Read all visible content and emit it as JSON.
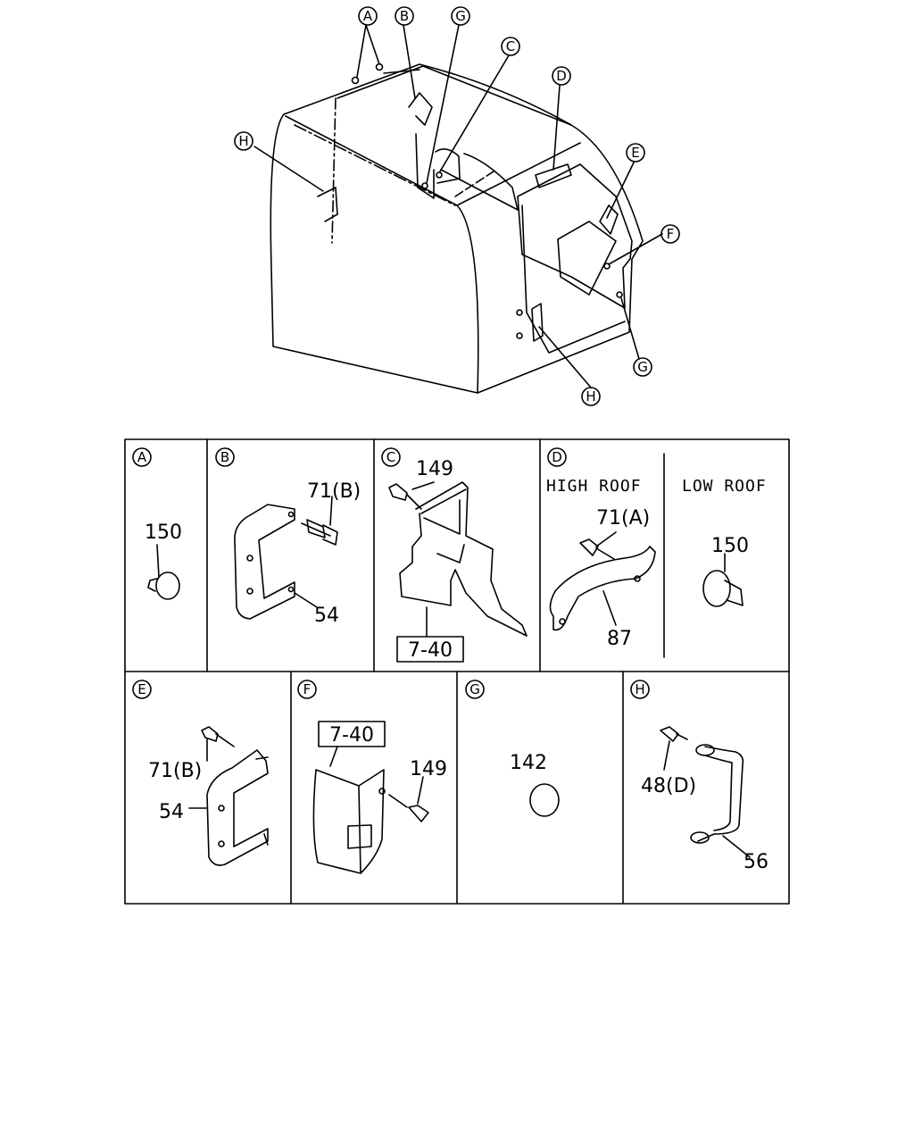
{
  "overview": {
    "callouts": [
      "A",
      "B",
      "G",
      "C",
      "D",
      "H",
      "E",
      "F",
      "G",
      "H"
    ]
  },
  "panels": [
    {
      "letter": "A",
      "parts": [
        "150"
      ]
    },
    {
      "letter": "B",
      "parts": [
        "71(B)",
        "54"
      ]
    },
    {
      "letter": "C",
      "parts": [
        "149"
      ],
      "ref": "7-40"
    },
    {
      "letter": "D",
      "high_roof": "HIGH ROOF",
      "low_roof": "LOW ROOF",
      "parts": [
        "71(A)",
        "87",
        "150"
      ]
    },
    {
      "letter": "E",
      "parts": [
        "71(B)",
        "54"
      ]
    },
    {
      "letter": "F",
      "parts": [
        "149"
      ],
      "ref": "7-40"
    },
    {
      "letter": "G",
      "parts": [
        "142"
      ]
    },
    {
      "letter": "H",
      "parts": [
        "48(D)",
        "56"
      ]
    }
  ]
}
